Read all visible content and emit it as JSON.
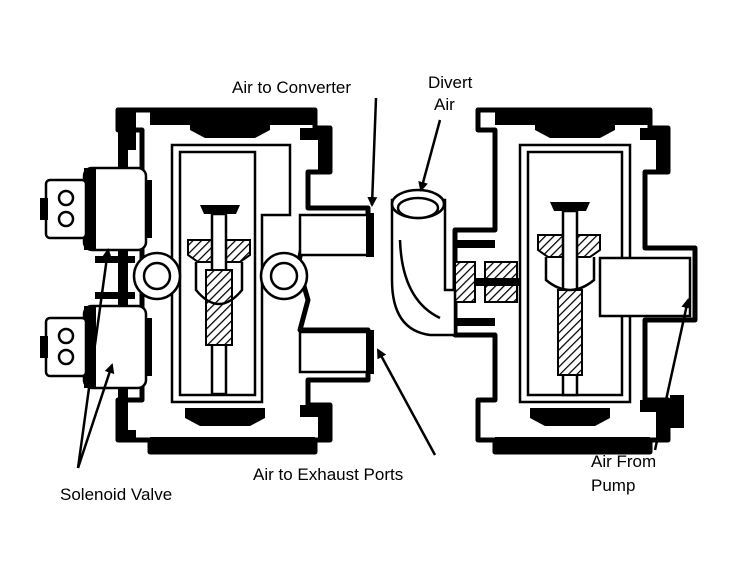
{
  "labels": {
    "air_to_converter": "Air to Converter",
    "divert_air_line1": "Divert",
    "divert_air_line2": "Air",
    "solenoid_valve": "Solenoid Valve",
    "air_to_exhaust_ports": "Air to Exhaust Ports",
    "air_from_pump_line1": "Air From",
    "air_from_pump_line2": "Pump"
  },
  "colors": {
    "ink": "#000000",
    "paper": "#ffffff"
  }
}
